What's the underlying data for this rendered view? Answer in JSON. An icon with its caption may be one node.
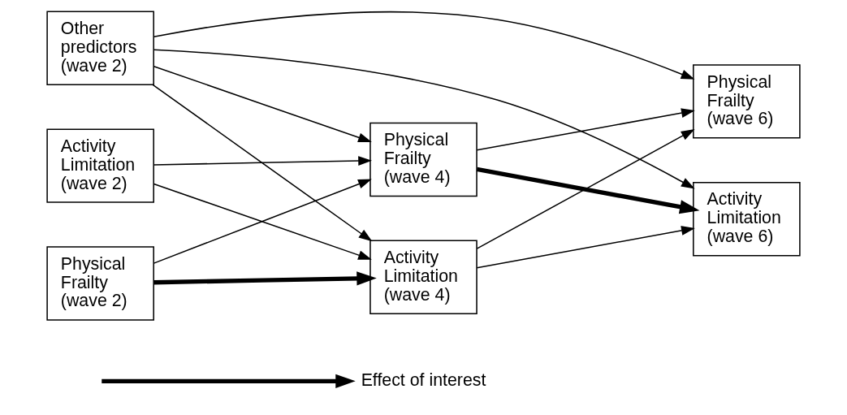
{
  "diagram": {
    "nodes": [
      {
        "text": [
          "Physical Frailty (wave 2)"
        ]
      },
      {
        "text": [
          "Activity Limitation (wave 2)"
        ]
      },
      {
        "text": [
          "Other predictors (wave 2)"
        ]
      },
      {
        "text": [
          "Physical Frailty (wave 4)"
        ]
      },
      {
        "text": [
          "Activity Limitation (wave 4)"
        ]
      },
      {
        "text": [
          "Physical Frailty (wave 6)"
        ]
      },
      {
        "text": [
          "Activity Limitation (wave 6)"
        ]
      }
    ],
    "edges": [
      {
        "from": 0,
        "to": 3,
        "arrow": "to"
      },
      {
        "from": 0,
        "to": 4,
        "arrow": "to",
        "style": "thick"
      },
      {
        "from": 1,
        "to": 3,
        "arrow": "to"
      },
      {
        "from": 1,
        "to": 4,
        "arrow": "to"
      },
      {
        "from": 2,
        "to": 3,
        "arrow": "to"
      },
      {
        "from": 2,
        "to": 4,
        "arrow": "to"
      },
      {
        "from": 2,
        "to": 6,
        "arrow": "to"
      },
      {
        "from": 2,
        "to": 5,
        "arrow": "to"
      },
      {
        "from": 3,
        "to": 5,
        "arrow": "to"
      },
      {
        "from": 3,
        "to": 6,
        "arrow": "to",
        "style": "thick"
      },
      {
        "from": 4,
        "to": 5,
        "arrow": "to"
      },
      {
        "from": 4,
        "to": 6,
        "arrow": "to"
      }
    ],
    "legend": [
      {
        "text": "Effect of interest"
      }
    ]
  }
}
